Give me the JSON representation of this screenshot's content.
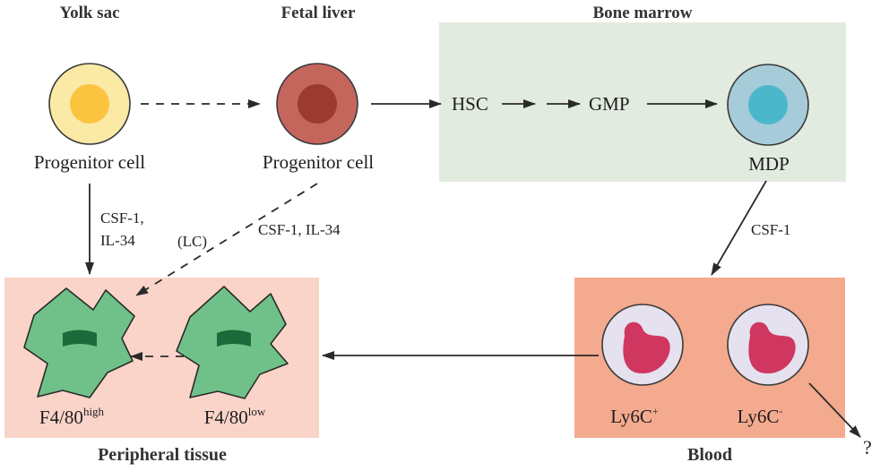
{
  "headers": {
    "yolk_sac": "Yolk sac",
    "fetal_liver": "Fetal liver",
    "bone_marrow": "Bone marrow",
    "peripheral_tissue": "Peripheral tissue",
    "blood": "Blood"
  },
  "cells": {
    "yolk_progenitor": "Progenitor cell",
    "liver_progenitor": "Progenitor cell",
    "hsc": "HSC",
    "gmp": "GMP",
    "mdp": "MDP",
    "ly6c_pos": {
      "base": "Ly6C",
      "sup": "+"
    },
    "ly6c_neg": {
      "base": "Ly6C",
      "sup": "-"
    },
    "f480_high": {
      "base": "F4/80",
      "sup": "high"
    },
    "f480_low": {
      "base": "F4/80",
      "sup": "low"
    }
  },
  "edge_labels": {
    "csf1_line1": "CSF-1,",
    "il34_line2": "IL-34",
    "lc": "(LC)",
    "csf1_il34": "CSF-1, IL-34",
    "csf1": "CSF-1",
    "unknown_fate": "?"
  },
  "colors": {
    "bone_marrow_bg": "#e2ebdf",
    "peripheral_bg": "#fad4c8",
    "blood_bg": "#f4aa8e",
    "yolk_outer": "#fbe9a6",
    "yolk_inner": "#fbc440",
    "liver_outer": "#c5665d",
    "liver_inner": "#9c3a30",
    "mdp_outer": "#a6ccd9",
    "mdp_inner": "#4bb7cb",
    "monocyte_outer": "#e5e1ee",
    "monocyte_nucleus": "#cf3760",
    "macrophage_body": "#6fc189",
    "macrophage_nucleus": "#1c6a3a"
  }
}
